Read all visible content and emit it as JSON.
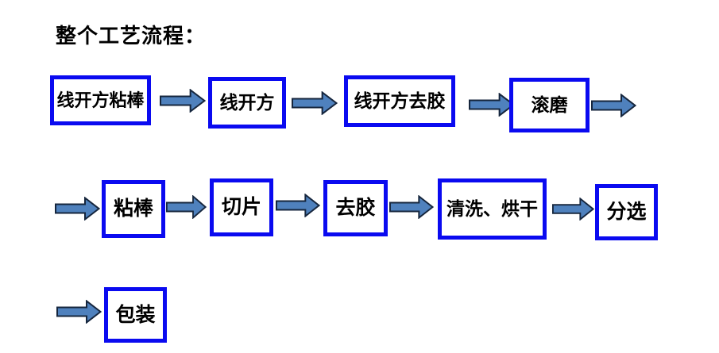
{
  "title": "整个工艺流程：",
  "colors": {
    "box_border": "#0a0af0",
    "box_fill": "#ffffff",
    "arrow_fill": "#4f81bd",
    "arrow_outline": "#16263d",
    "text": "#000000",
    "background": "#ffffff"
  },
  "flow": {
    "rows": [
      {
        "name": "row-1",
        "steps": [
          "线开方粘棒",
          "线开方",
          "线开方去胶",
          "滚磨"
        ]
      },
      {
        "name": "row-2",
        "steps": [
          "粘棒",
          "切片",
          "去胶",
          "清洗、烘干",
          "分选"
        ]
      },
      {
        "name": "row-3",
        "steps": [
          "包装"
        ]
      }
    ]
  }
}
